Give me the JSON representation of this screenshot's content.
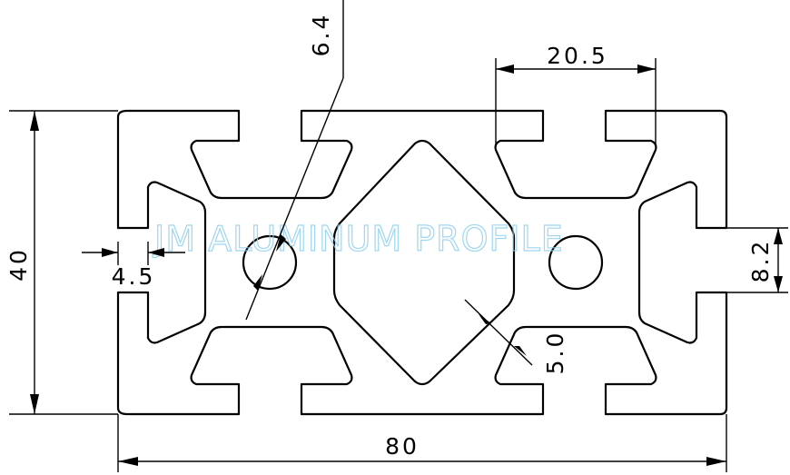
{
  "watermark": "JM ALUMINUM PROFILE",
  "dimensions": {
    "width": "80",
    "height": "40",
    "hole_diameter": "6.4",
    "slot_opening": "20.5",
    "slot_depth": "8.2",
    "wall_thickness": "4.5",
    "web_thickness": "5.0"
  },
  "colors": {
    "line": "#000000",
    "watermark": "#8fd0ee",
    "background": "#ffffff"
  }
}
